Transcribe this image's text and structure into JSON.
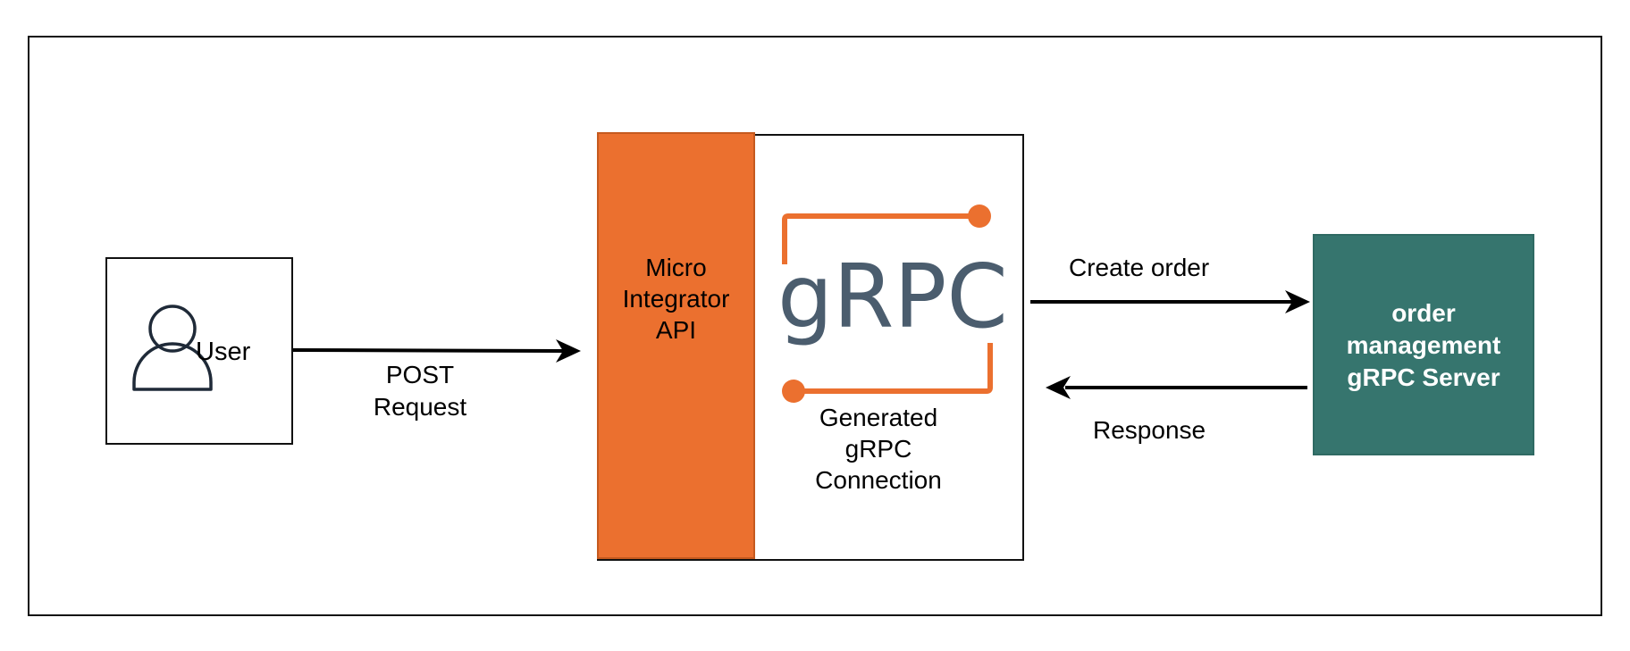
{
  "diagram": {
    "user": {
      "label": "User",
      "icon": "user-icon"
    },
    "post_request": {
      "line1": "POST",
      "line2": "Request"
    },
    "micro_integrator": {
      "line1": "Micro",
      "line2": "Integrator",
      "line3": "API",
      "color": "#EB702F"
    },
    "grpc": {
      "logo_text": "gRPC",
      "logo_text_color": "#4B5D6E",
      "accent_color": "#EB702F",
      "caption_line1": "Generated",
      "caption_line2": "gRPC",
      "caption_line3": "Connection"
    },
    "create_order": {
      "label": "Create order"
    },
    "response": {
      "label": "Response"
    },
    "server": {
      "line1": "order",
      "line2": "management",
      "line3": "gRPC Server",
      "color": "#36756E"
    }
  }
}
